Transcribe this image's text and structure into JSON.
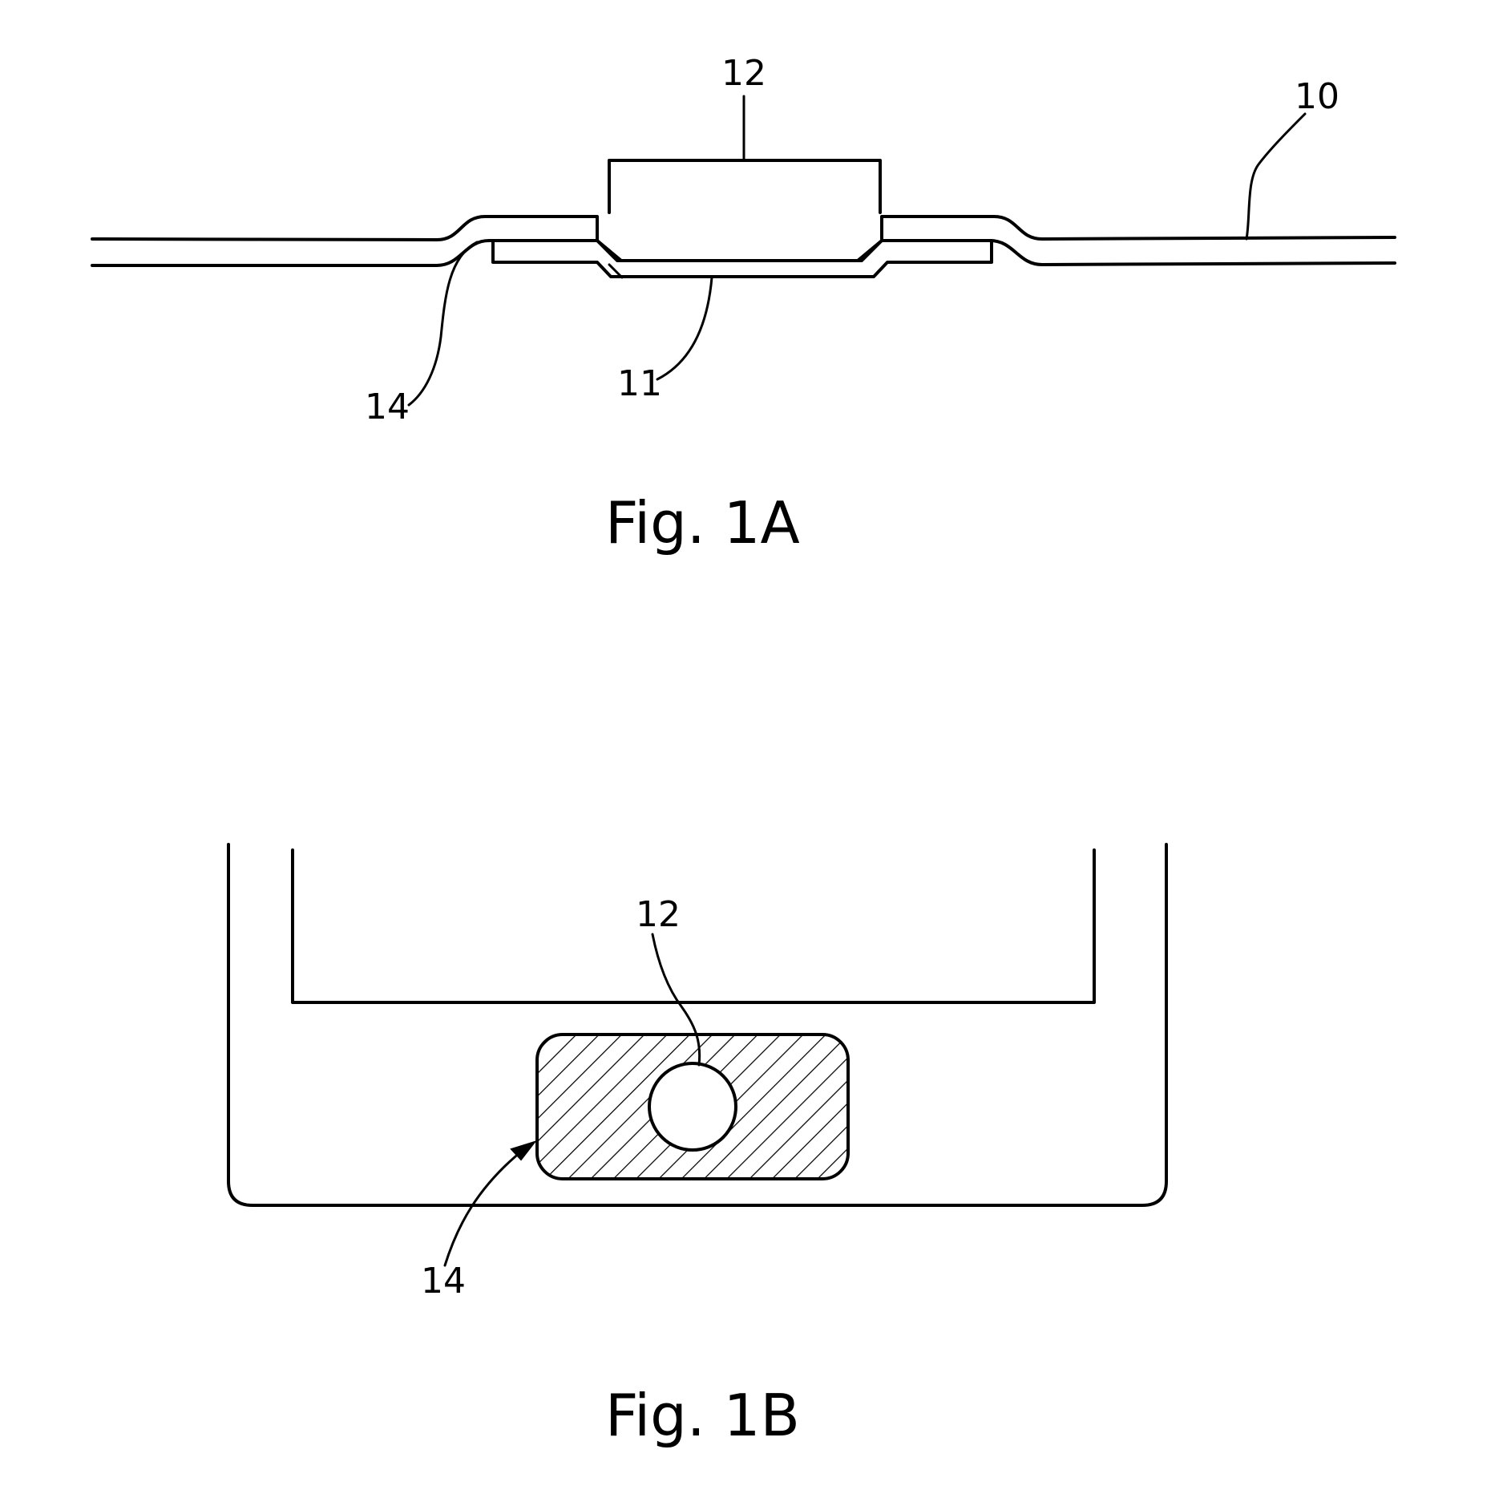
{
  "figure_1a": {
    "caption": "Fig. 1A",
    "labels": {
      "sheet": "10",
      "bottom_layer": "11",
      "component": "12",
      "adhesive": "14"
    }
  },
  "figure_1b": {
    "caption": "Fig. 1B",
    "labels": {
      "component": "12",
      "adhesive_pad": "14"
    },
    "pad_fill": "hatched"
  },
  "colors": {
    "line": "#000000",
    "background": "#ffffff"
  }
}
